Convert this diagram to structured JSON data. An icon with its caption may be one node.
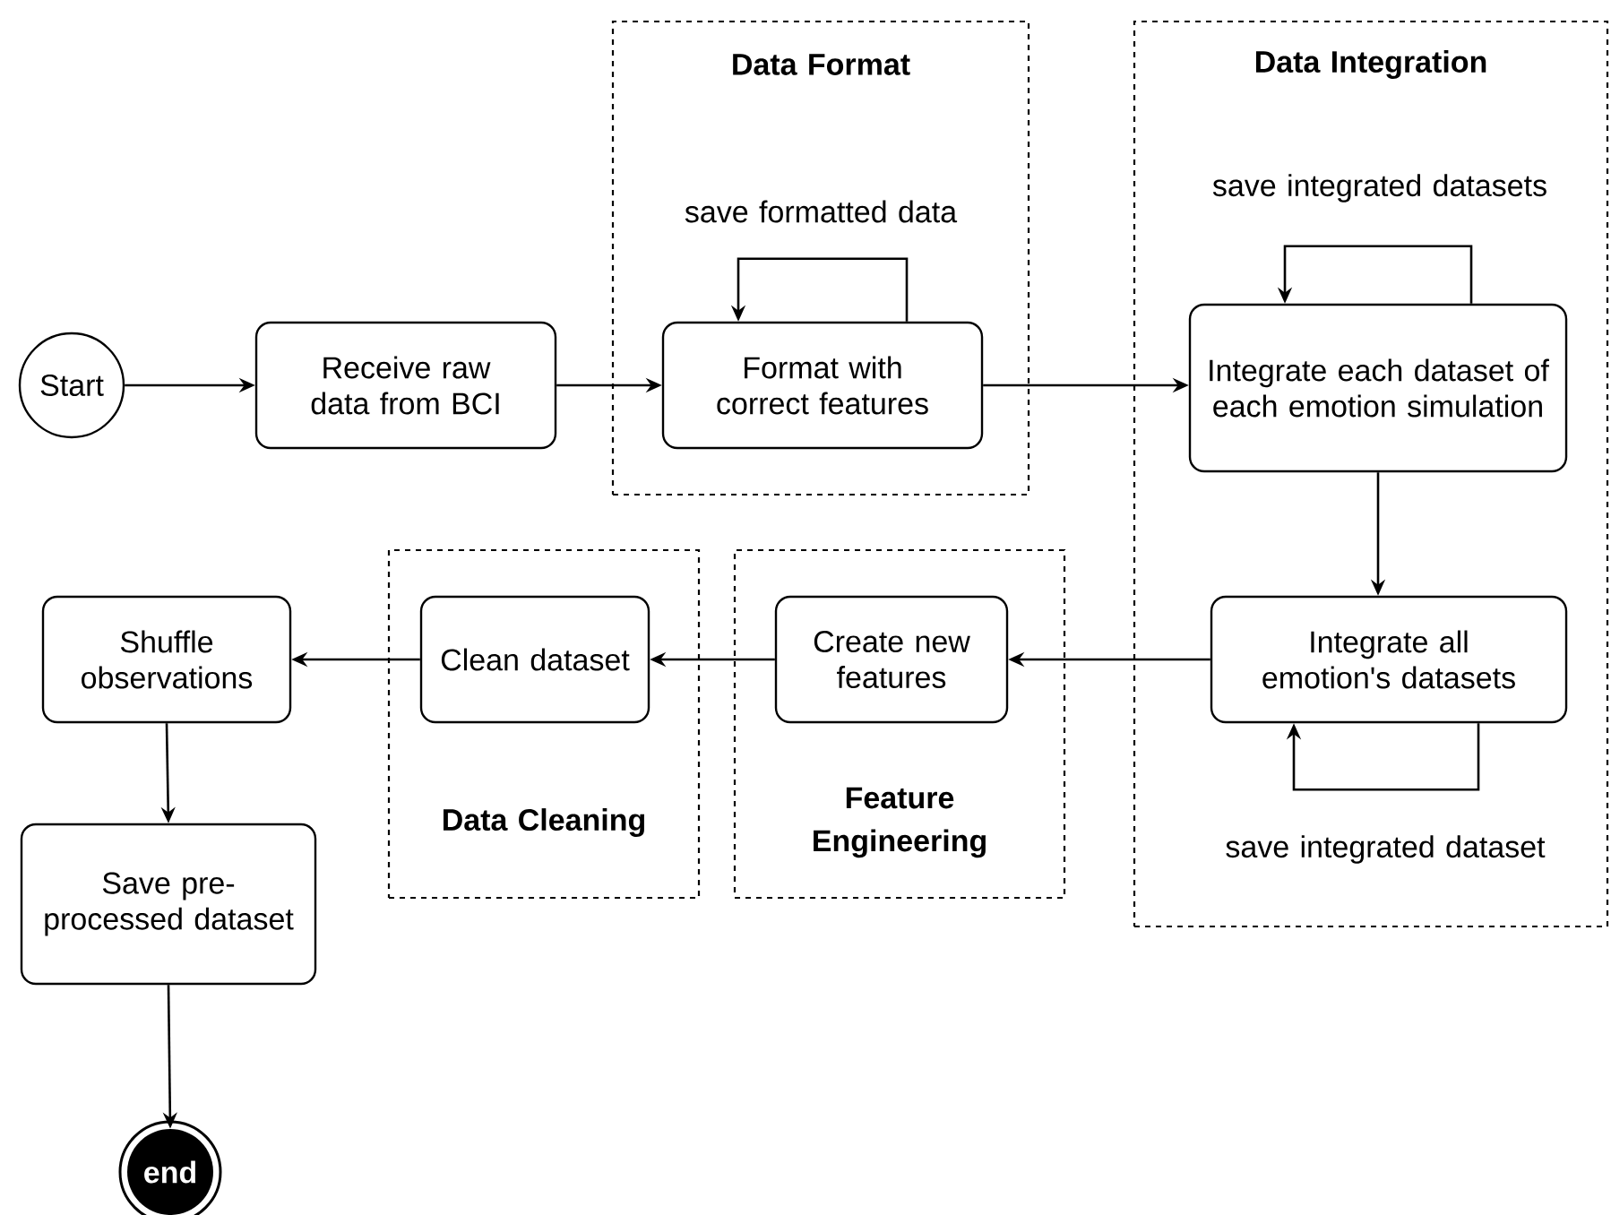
{
  "diagram": {
    "nodes": [
      {
        "text": [
          "Start"
        ]
      },
      {
        "text": [
          "Receive raw data from BCI"
        ]
      },
      {
        "text": [
          "Data Format"
        ]
      },
      {
        "text": [
          "Format with correct features"
        ],
        "in": 2
      },
      {
        "text": [
          "Data Integration"
        ]
      },
      {
        "text": [
          "Integrate each dataset of each emotion simulation"
        ],
        "in": 4
      },
      {
        "text": [
          "Integrate all emotion's datasets"
        ],
        "in": 4
      },
      {
        "text": [
          "Feature Engineering"
        ]
      },
      {
        "text": [
          "Create new features"
        ],
        "in": 7
      },
      {
        "text": [
          "Data Cleaning"
        ]
      },
      {
        "text": [
          "Clean dataset"
        ],
        "in": 9
      },
      {
        "text": [
          "Shuffle observations"
        ]
      },
      {
        "text": [
          "Save pre-processed dataset"
        ]
      },
      {
        "text": [
          "end"
        ]
      }
    ],
    "edges": [
      {
        "from": 0,
        "to": 1,
        "arrow": "to"
      },
      {
        "from": 1,
        "to": 3,
        "arrow": "to"
      },
      {
        "from": 3,
        "to": 3,
        "arrow": "to",
        "label": "save formatted data"
      },
      {
        "from": 3,
        "to": 5,
        "arrow": "to"
      },
      {
        "from": 5,
        "to": 5,
        "arrow": "to",
        "label": "save integrated datasets"
      },
      {
        "from": 5,
        "to": 6,
        "arrow": "to"
      },
      {
        "from": 6,
        "to": 6,
        "arrow": "to",
        "label": "save integrated dataset"
      },
      {
        "from": 6,
        "to": 8,
        "arrow": "to"
      },
      {
        "from": 8,
        "to": 10,
        "arrow": "to"
      },
      {
        "from": 10,
        "to": 11,
        "arrow": "to"
      },
      {
        "from": 11,
        "to": 12,
        "arrow": "to"
      },
      {
        "from": 12,
        "to": 13,
        "arrow": "to"
      }
    ]
  }
}
